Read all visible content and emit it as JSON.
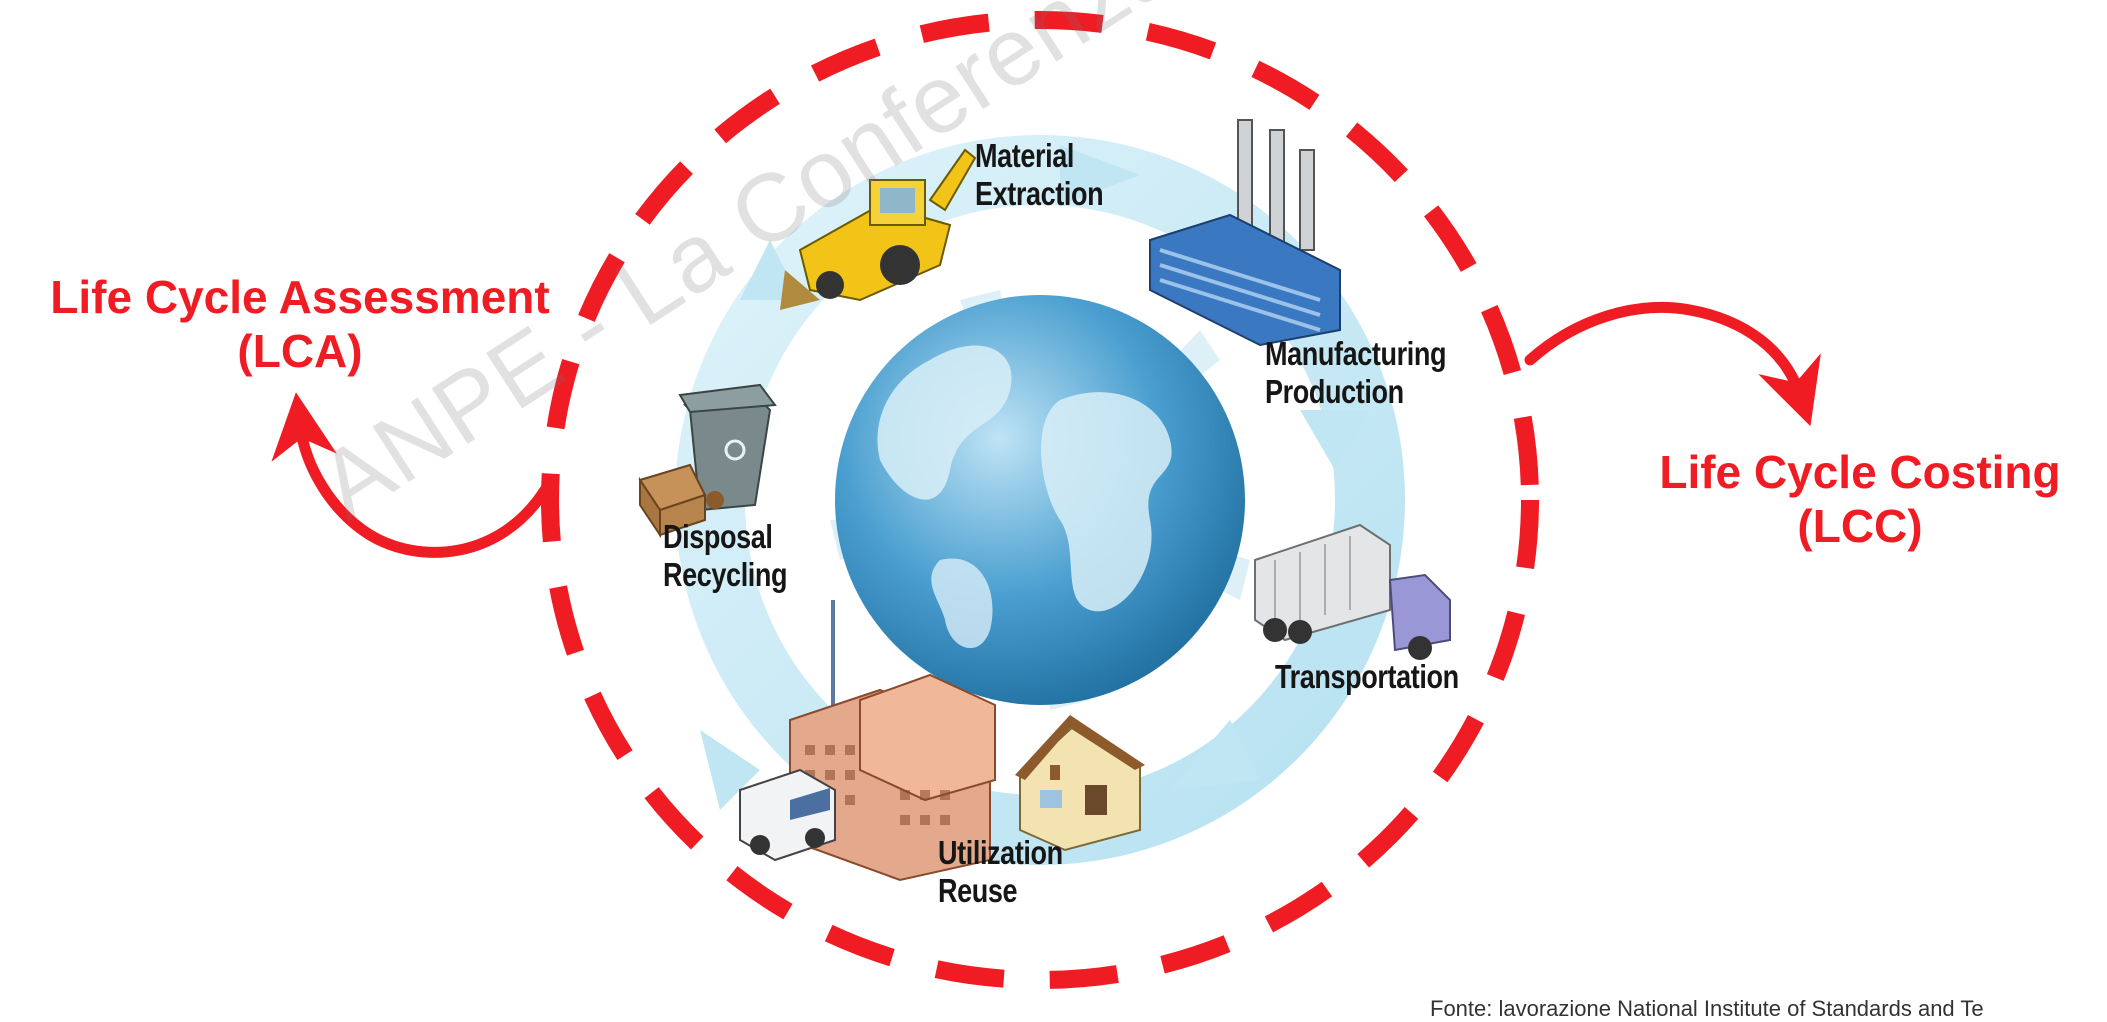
{
  "diagram": {
    "lca": {
      "line1": "Life Cycle Assessment",
      "line2": "(LCA)"
    },
    "lcc": {
      "line1": "Life Cycle Costing",
      "line2": "(LCC)"
    },
    "stages": {
      "material": {
        "line1": "Material",
        "line2": "Extraction"
      },
      "manufacturing": {
        "line1": "Manufacturing",
        "line2": "Production"
      },
      "transportation": {
        "line1": "Transportation"
      },
      "utilization": {
        "line1": "Utilization",
        "line2": "Reuse"
      },
      "disposal": {
        "line1": "Disposal",
        "line2": "Recycling"
      }
    },
    "watermark": "ANPE - La Conferenza Nazionale",
    "source": "Fonte: lavorazione National Institute of Standards and Te"
  },
  "colors": {
    "accent_red": "#ef1c24",
    "cycle_arrow": "#bfe6f2",
    "globe_ocean": "#4a9fd0",
    "globe_land": "#d8eef7"
  },
  "icons": [
    "excavator-icon",
    "factory-icon",
    "truck-icon",
    "house-icon",
    "office-building-icon",
    "van-icon",
    "trash-bin-icon",
    "cardboard-box-icon",
    "globe-icon"
  ]
}
